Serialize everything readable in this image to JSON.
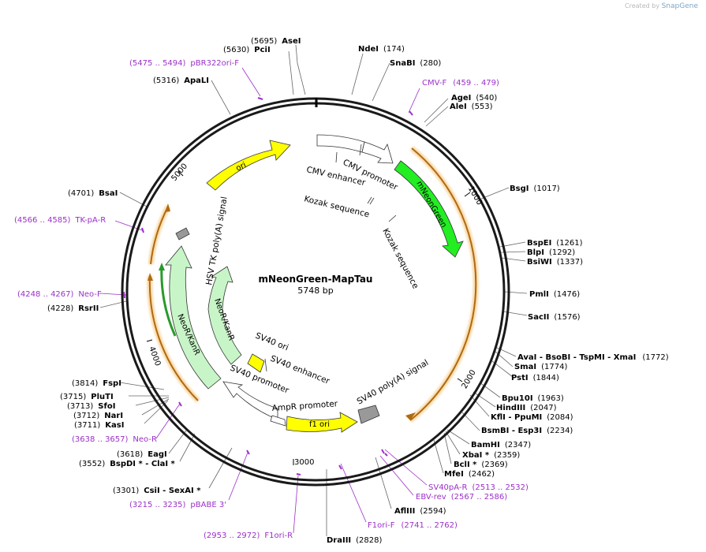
{
  "credit": {
    "prefix": "Created by",
    "brand": "SnapGene"
  },
  "plasmid": {
    "name": "mNeonGreen-MapTau",
    "size": "5748 bp"
  },
  "ticks": [
    "1000",
    "2000",
    "3000",
    "4000",
    "5000"
  ],
  "colors": {
    "backbone": "#1a1a1a",
    "site": "#000000",
    "primer": "#9b30c8",
    "ori": "#ffff00",
    "mneongreen": "#22ee22",
    "resistance": "#c8f5c8",
    "promoter": "#ffffff",
    "polya": "#999999",
    "orf": "#f0a830",
    "neo_inner": "#33cc33"
  },
  "features": {
    "ori": "ori",
    "cmv_enhancer": "CMV enhancer",
    "cmv_promoter": "CMV promoter",
    "mneongreen": "mNeonGreen",
    "kozak1": "Kozak sequence",
    "kozak2": "Kozak sequence",
    "hsv_polya": "HSV TK poly(A) signal",
    "neokan_outer": "NeoR/KanR",
    "neokan_inner": "NeoR/KanR",
    "sv40_ori": "SV40 ori",
    "sv40_enhancer": "SV40 enhancer",
    "sv40_promoter": "SV40 promoter",
    "ampr_promoter": "AmpR promoter",
    "f1_ori": "f1 ori",
    "sv40_polya": "SV40 poly(A) signal"
  },
  "sites": [
    {
      "name": "AseI",
      "pos": "(5695)"
    },
    {
      "name": "PciI",
      "pos": "(5630)"
    },
    {
      "name": "pBR322ori-F",
      "pos": "(5475 .. 5494)",
      "primer": true
    },
    {
      "name": "ApaLI",
      "pos": "(5316)"
    },
    {
      "name": "NdeI",
      "pos": "(174)"
    },
    {
      "name": "SnaBI",
      "pos": "(280)"
    },
    {
      "name": "CMV-F",
      "pos": "(459 .. 479)",
      "primer": true
    },
    {
      "name": "AgeI",
      "pos": "(540)"
    },
    {
      "name": "AleI",
      "pos": "(553)"
    },
    {
      "name": "BsgI",
      "pos": "(1017)"
    },
    {
      "name": "BspEI",
      "pos": "(1261)"
    },
    {
      "name": "BlpI",
      "pos": "(1292)"
    },
    {
      "name": "BsiWI",
      "pos": "(1337)"
    },
    {
      "name": "PmlI",
      "pos": "(1476)"
    },
    {
      "name": "SacII",
      "pos": "(1576)"
    },
    {
      "name": "AvaI - BsoBI - TspMI - XmaI",
      "pos": "(1772)"
    },
    {
      "name": "SmaI",
      "pos": "(1774)"
    },
    {
      "name": "PstI",
      "pos": "(1844)"
    },
    {
      "name": "Bpu10I",
      "pos": "(1963)"
    },
    {
      "name": "HindIII",
      "pos": "(2047)"
    },
    {
      "name": "KflI - PpuMI",
      "pos": "(2084)"
    },
    {
      "name": "BsmBI - Esp3I",
      "pos": "(2234)"
    },
    {
      "name": "BamHI",
      "pos": "(2347)"
    },
    {
      "name": "XbaI *",
      "pos": "(2359)"
    },
    {
      "name": "BclI *",
      "pos": "(2369)"
    },
    {
      "name": "MfeI",
      "pos": "(2462)"
    },
    {
      "name": "SV40pA-R",
      "pos": "(2513 .. 2532)",
      "primer": true
    },
    {
      "name": "EBV-rev",
      "pos": "(2567 .. 2586)",
      "primer": true
    },
    {
      "name": "AflIII",
      "pos": "(2594)"
    },
    {
      "name": "F1ori-F",
      "pos": "(2741 .. 2762)",
      "primer": true
    },
    {
      "name": "DraIII",
      "pos": "(2828)"
    },
    {
      "name": "F1ori-R",
      "pos": "(2953 .. 2972)",
      "primer": true
    },
    {
      "name": "pBABE 3'",
      "pos": "(3215 .. 3235)",
      "primer": true
    },
    {
      "name": "CsiI - SexAI *",
      "pos": "(3301)"
    },
    {
      "name": "BspDI * - ClaI *",
      "pos": "(3552)"
    },
    {
      "name": "EagI",
      "pos": "(3618)"
    },
    {
      "name": "Neo-R",
      "pos": "(3638 .. 3657)",
      "primer": true
    },
    {
      "name": "KasI",
      "pos": "(3711)"
    },
    {
      "name": "NarI",
      "pos": "(3712)"
    },
    {
      "name": "SfoI",
      "pos": "(3713)"
    },
    {
      "name": "PluTI",
      "pos": "(3715)"
    },
    {
      "name": "FspI",
      "pos": "(3814)"
    },
    {
      "name": "RsrII",
      "pos": "(4228)"
    },
    {
      "name": "Neo-F",
      "pos": "(4248 .. 4267)",
      "primer": true
    },
    {
      "name": "TK-pA-R",
      "pos": "(4566 .. 4585)",
      "primer": true
    },
    {
      "name": "BsaI",
      "pos": "(4701)"
    }
  ]
}
